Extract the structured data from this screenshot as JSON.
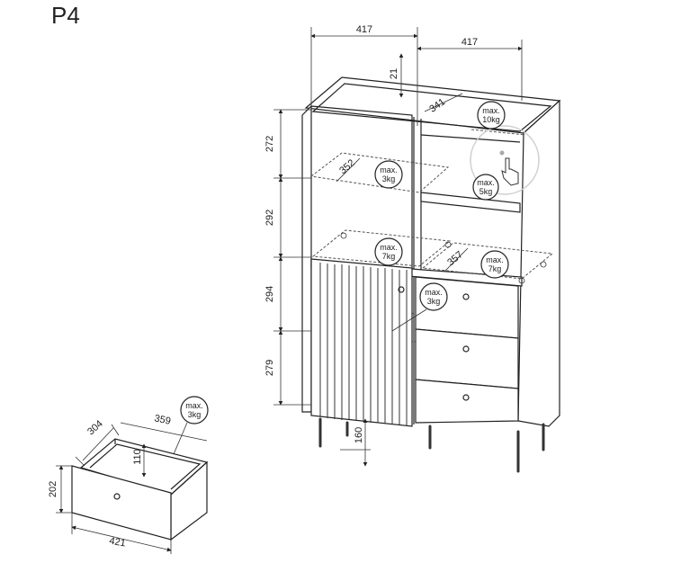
{
  "title": "P4",
  "dimensions": {
    "top_left_width": "417",
    "top_right_width": "417",
    "top_board_thickness": "21",
    "inner_depth_top": "341",
    "shelf_depth_left": "352",
    "shelf_depth_right": "357",
    "height_1": "272",
    "height_2": "292",
    "height_3": "294",
    "height_4": "279",
    "leg_height": "160",
    "drawer_depth": "304",
    "drawer_inner_width": "359",
    "drawer_inner_height": "110",
    "drawer_height": "202",
    "drawer_width": "421"
  },
  "load_badges": [
    {
      "line1": "max.",
      "line2": "10kg"
    },
    {
      "line1": "max.",
      "line2": "5kg"
    },
    {
      "line1": "max.",
      "line2": "3kg"
    },
    {
      "line1": "max.",
      "line2": "7kg"
    },
    {
      "line1": "max.",
      "line2": "7kg"
    },
    {
      "line1": "max.",
      "line2": "3kg"
    },
    {
      "line1": "max.",
      "line2": "3kg"
    }
  ]
}
